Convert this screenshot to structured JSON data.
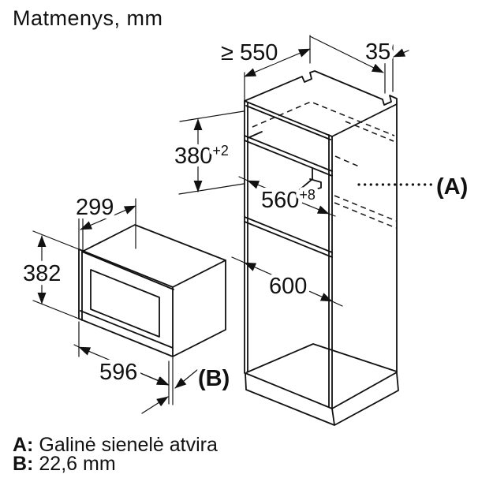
{
  "title": "Matmenys, mm",
  "dims": {
    "min_depth": "≥ 550",
    "rear_gap": "35",
    "niche_height": "380",
    "niche_height_tol": "+2",
    "niche_width": "560",
    "niche_width_tol": "+8",
    "base_width": "600",
    "appliance_depth": "299",
    "appliance_height": "382",
    "appliance_width": "596"
  },
  "callouts": {
    "a": "(A)",
    "b": "(B)"
  },
  "notes": {
    "a_key": "A:",
    "a_text": "Galinė sienelė atvira",
    "b_key": "B:",
    "b_text": "22,6 mm"
  },
  "colors": {
    "line": "#111111",
    "background": "#ffffff"
  }
}
